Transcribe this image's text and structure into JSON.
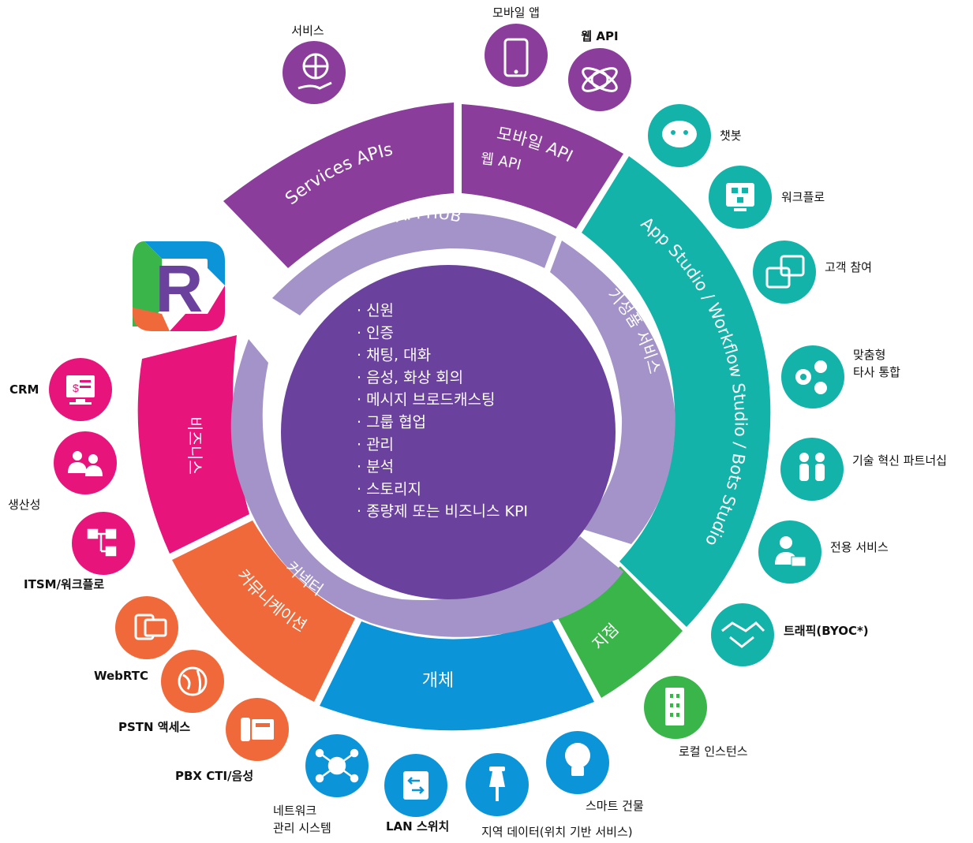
{
  "colors": {
    "purple_outer": "#8a3d9a",
    "ring_lavender": "#a393c8",
    "center_purple": "#6a419c",
    "teal": "#13b3aa",
    "magenta": "#e6147b",
    "orange": "#f0693a",
    "blue": "#0b95d8",
    "green": "#39b54a"
  },
  "center_list": [
    "신원",
    "인증",
    "채팅, 대화",
    "음성, 화상 회의",
    "메시지 브로드캐스팅",
    "그룹 협업",
    "관리",
    "분석",
    "스토리지",
    "종량제 또는 비즈니스 KPI"
  ],
  "inner_ring": {
    "api_hub": "API HUB",
    "premium_services": "기성품 서비스",
    "connector": "커넥터"
  },
  "outer_ring": {
    "services_apis": "Services APIs",
    "mobile_api": "모바일 API",
    "web_api": "웹 API",
    "app_studio": "App Studio / Workflow Studio / Bots Studio",
    "site": "지점",
    "object": "개체",
    "communication": "커뮤니케이션",
    "business": "비즈니스"
  },
  "top_icons": {
    "services": "서비스",
    "mobile_app": "모바일 앱",
    "web_api": "웹 API"
  },
  "right_icons": {
    "chatbot": "챗봇",
    "workflow": "워크플로",
    "customer_engagement": "고객 참여",
    "custom_integration_line1": "맞춤형",
    "custom_integration_line2": "타사 통합",
    "tech_partner": "기술 혁신 파트너십",
    "dedicated_service": "전용 서비스",
    "traffic": "트래픽(BYOC*)",
    "local_instance": "로컬 인스턴스"
  },
  "bottom_icons": {
    "smart_building": "스마트 건물",
    "location_data": "지역 데이터(위치 기반 서비스)",
    "lan_switch": "LAN 스위치",
    "network_mgmt_line1": "네트워크",
    "network_mgmt_line2": "관리 시스템"
  },
  "left_icons": {
    "crm": "CRM",
    "productivity": "생산성",
    "itsm": "ITSM/워크플로",
    "webrtc": "WebRTC",
    "pstn": "PSTN 액세스",
    "pbx": "PBX CTI/음성"
  },
  "logo": {
    "letter": "R"
  }
}
